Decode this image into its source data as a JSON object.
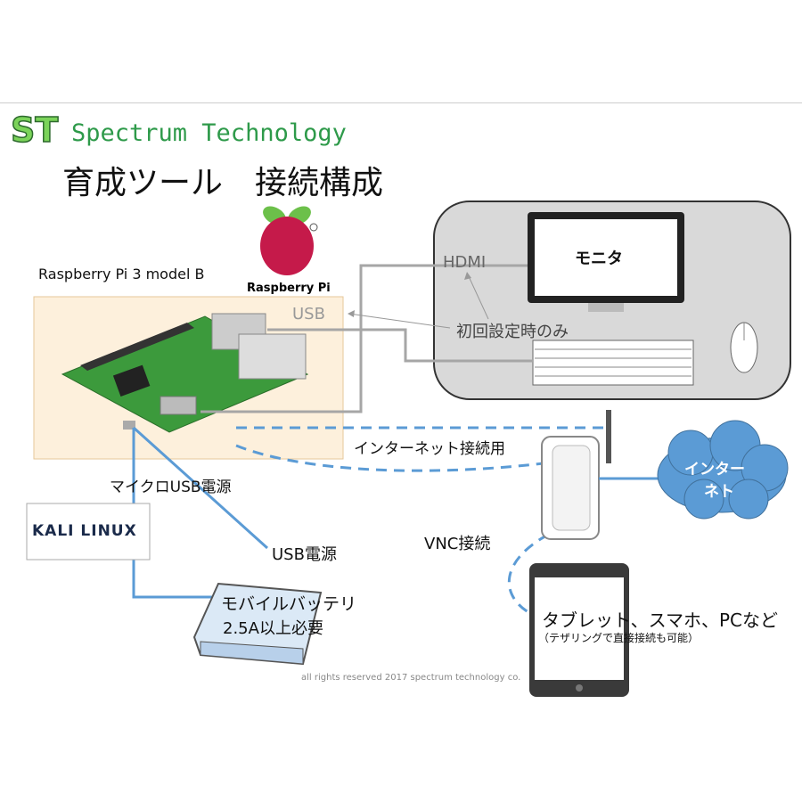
{
  "header": {
    "logo_mark": "ST",
    "company": "Spectrum Technology",
    "title": "育成ツール　接続構成"
  },
  "raspberry": {
    "logo_text": "Raspberry Pi",
    "model": "Raspberry Pi 3 model B",
    "usb_label": "USB"
  },
  "peripherals": {
    "hdmi_label": "HDMI",
    "monitor_label": "モニタ",
    "initial_setup_note": "初回設定時のみ"
  },
  "network": {
    "internet_connection_label": "インターネット接続用",
    "cloud_label_line1": "インター",
    "cloud_label_line2": "ネト",
    "vnc_label": "VNC接続"
  },
  "power": {
    "micro_usb_label": "マイクロUSB電源",
    "usb_power_label": "USB電源",
    "kali_label": "KALI LINUX",
    "battery_line1": "モバイルバッテリ",
    "battery_line2": "2.5A以上必要"
  },
  "client": {
    "label": "タブレット、スマホ、PCなど",
    "sublabel": "（テザリングで直接接続も可能）"
  },
  "footer": {
    "copyright": "all rights reserved 2017 spectrum technology co."
  },
  "colors": {
    "accent_blue": "#5b9bd5",
    "cable_gray": "#a6a6a6",
    "panel_gray": "#d9d9d9",
    "board_green": "#3c9a3c",
    "brand_green": "#2e9a4a",
    "raspberry_red": "#c51a4a"
  }
}
